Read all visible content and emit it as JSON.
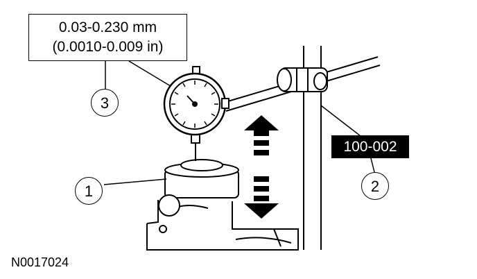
{
  "specification": {
    "metric": "0.03-0.230 mm",
    "imperial": "(0.0010-0.009 in)"
  },
  "tool_number": "100-002",
  "callouts": [
    "1",
    "2",
    "3"
  ],
  "figure_id": "N0017024"
}
